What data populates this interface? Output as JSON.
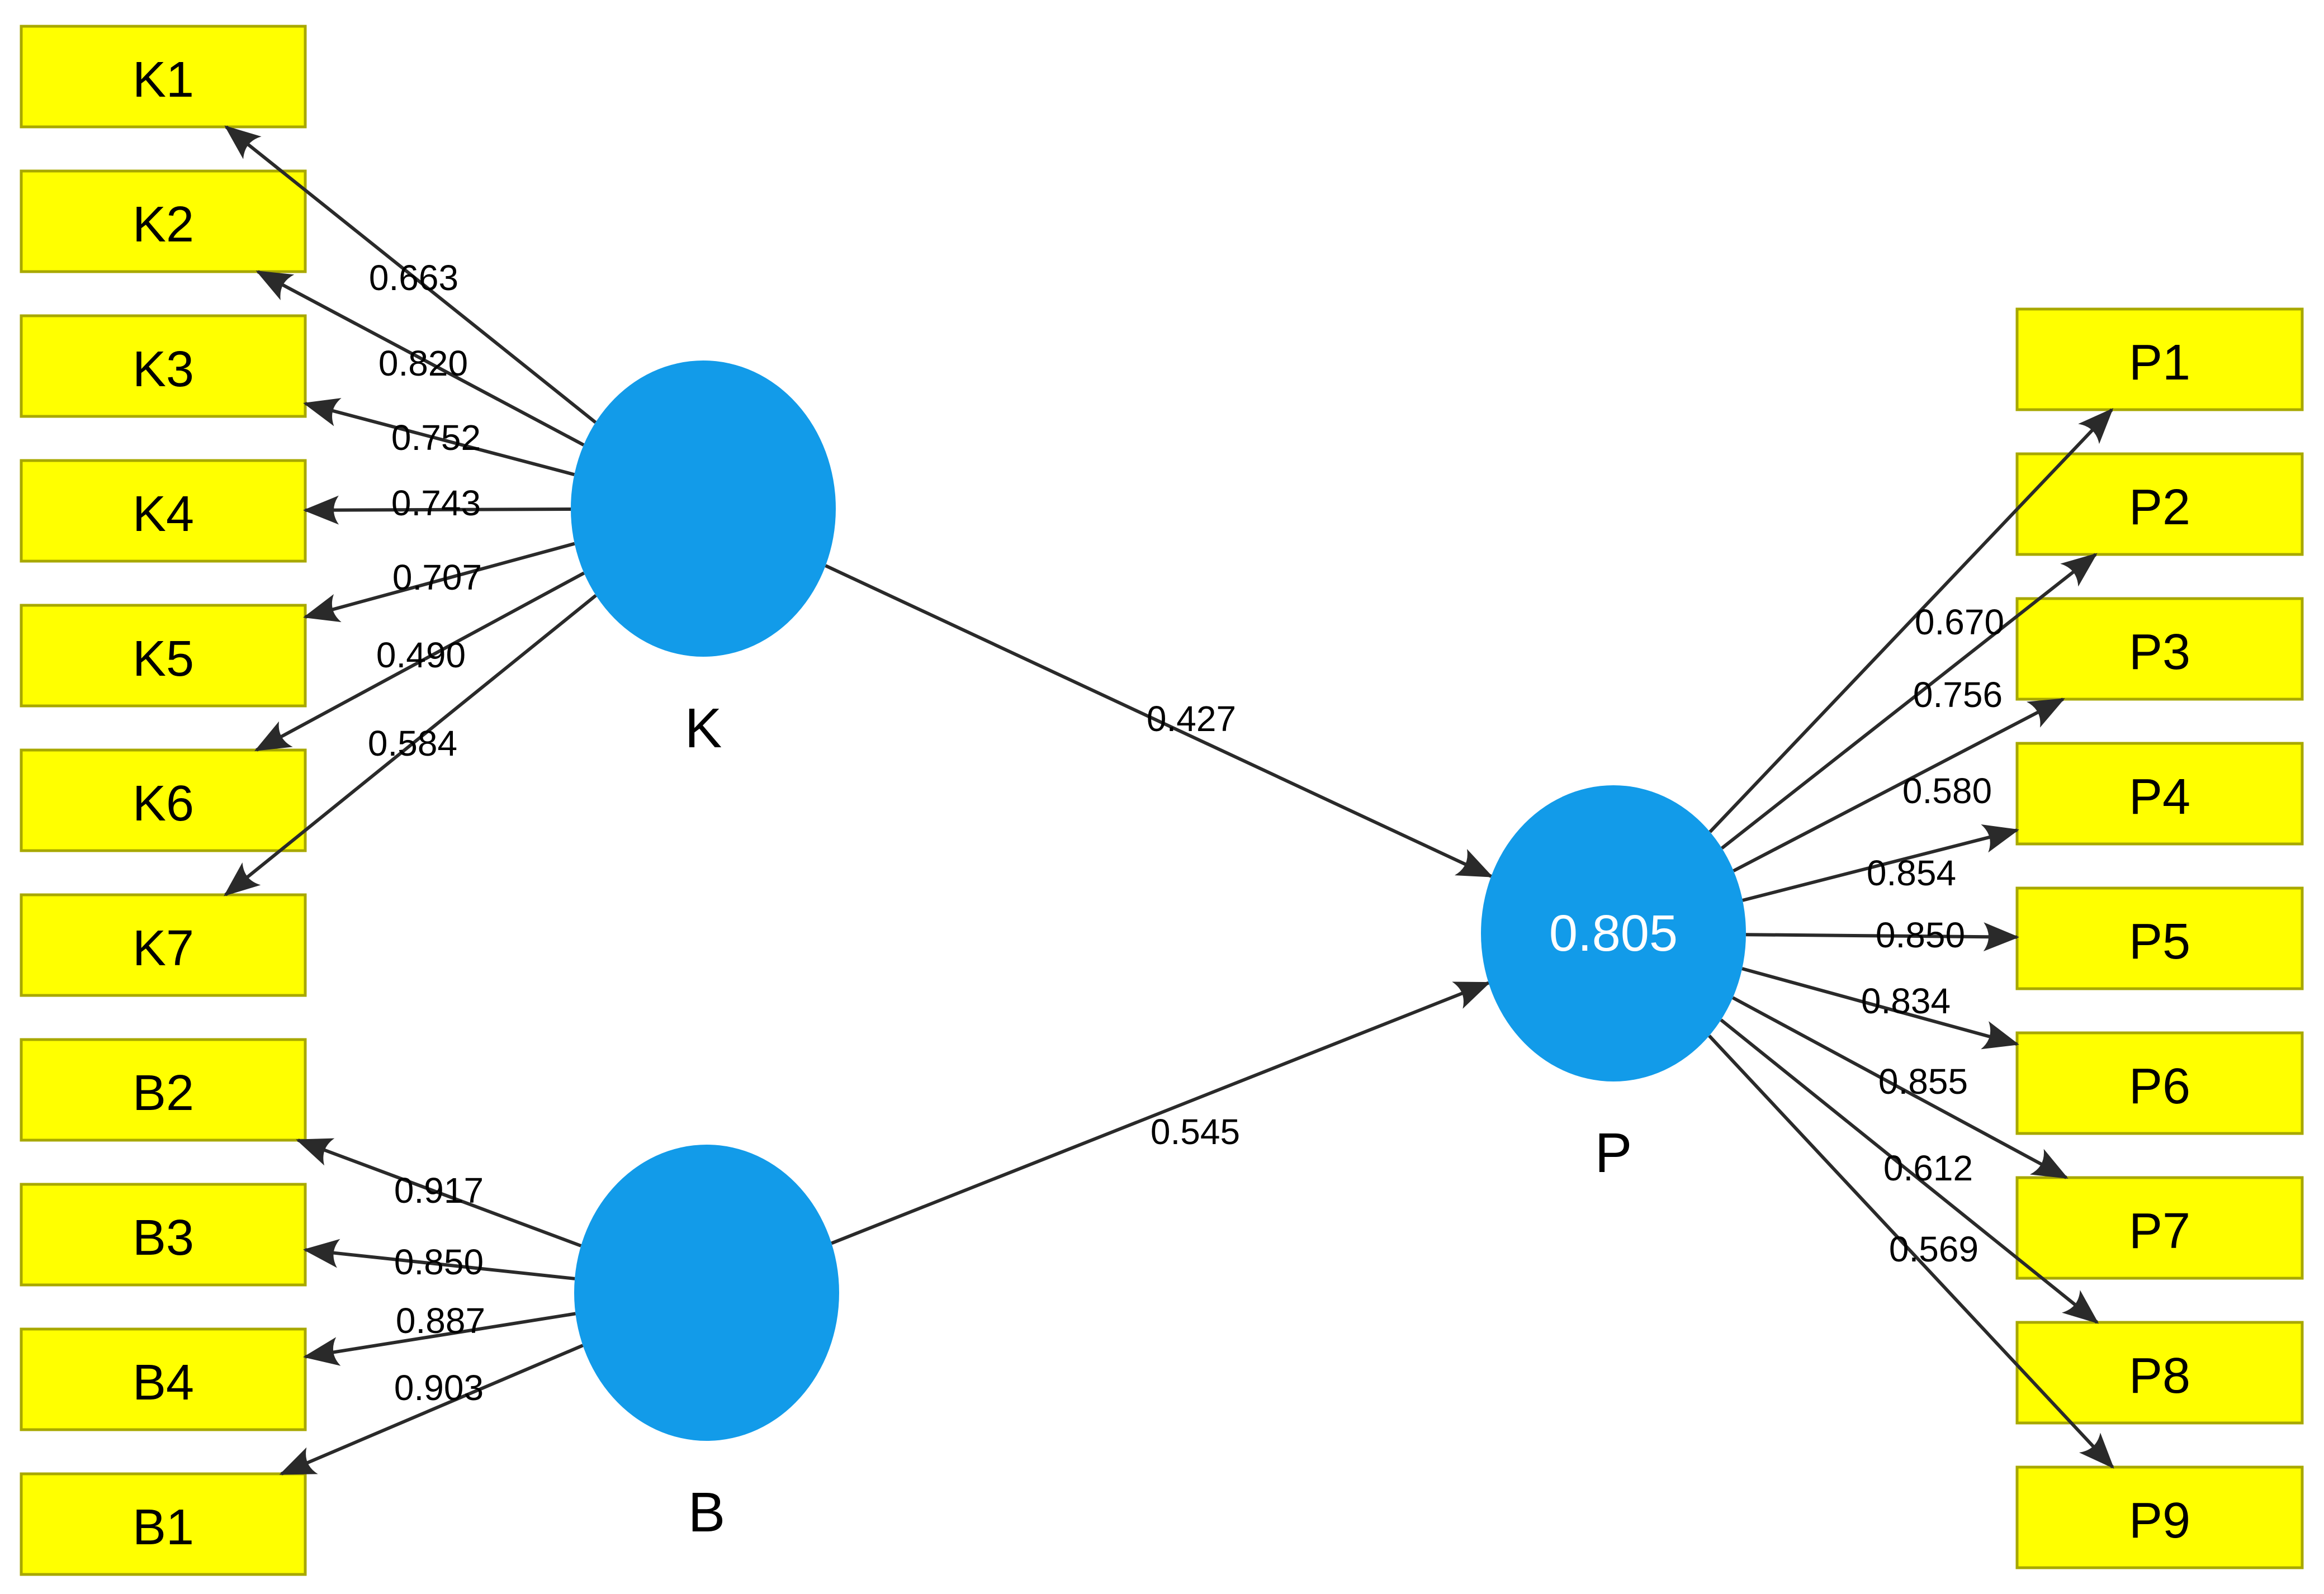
{
  "diagram": {
    "type": "pls-sem-path-model",
    "colors": {
      "background": "#ffffff",
      "latent_fill": "#129be9",
      "indicator_fill": "#ffff00",
      "indicator_border": "#a8a800",
      "arrow": "#2a2a2a",
      "text": "#000000",
      "latent_value_text": "#ffffff"
    },
    "latents": [
      {
        "id": "K",
        "label": "K",
        "r2": ""
      },
      {
        "id": "B",
        "label": "B",
        "r2": ""
      },
      {
        "id": "P",
        "label": "P",
        "r2": "0.805"
      }
    ],
    "indicators": [
      {
        "id": "K1",
        "label": "K1",
        "latent": "K",
        "loading": "0.663"
      },
      {
        "id": "K2",
        "label": "K2",
        "latent": "K",
        "loading": "0.820"
      },
      {
        "id": "K3",
        "label": "K3",
        "latent": "K",
        "loading": "0.752"
      },
      {
        "id": "K4",
        "label": "K4",
        "latent": "K",
        "loading": "0.743"
      },
      {
        "id": "K5",
        "label": "K5",
        "latent": "K",
        "loading": "0.707"
      },
      {
        "id": "K6",
        "label": "K6",
        "latent": "K",
        "loading": "0.490"
      },
      {
        "id": "K7",
        "label": "K7",
        "latent": "K",
        "loading": "0.584"
      },
      {
        "id": "B2",
        "label": "B2",
        "latent": "B",
        "loading": "0.917"
      },
      {
        "id": "B3",
        "label": "B3",
        "latent": "B",
        "loading": "0.850"
      },
      {
        "id": "B4",
        "label": "B4",
        "latent": "B",
        "loading": "0.887"
      },
      {
        "id": "B1",
        "label": "B1",
        "latent": "B",
        "loading": "0.903"
      },
      {
        "id": "P1",
        "label": "P1",
        "latent": "P",
        "loading": "0.670"
      },
      {
        "id": "P2",
        "label": "P2",
        "latent": "P",
        "loading": "0.756"
      },
      {
        "id": "P3",
        "label": "P3",
        "latent": "P",
        "loading": "0.580"
      },
      {
        "id": "P4",
        "label": "P4",
        "latent": "P",
        "loading": "0.854"
      },
      {
        "id": "P5",
        "label": "P5",
        "latent": "P",
        "loading": "0.850"
      },
      {
        "id": "P6",
        "label": "P6",
        "latent": "P",
        "loading": "0.834"
      },
      {
        "id": "P7",
        "label": "P7",
        "latent": "P",
        "loading": "0.855"
      },
      {
        "id": "P8",
        "label": "P8",
        "latent": "P",
        "loading": "0.612"
      },
      {
        "id": "P9",
        "label": "P9",
        "latent": "P",
        "loading": "0.569"
      }
    ],
    "paths": [
      {
        "from": "K",
        "to": "P",
        "coefficient": "0.427"
      },
      {
        "from": "B",
        "to": "P",
        "coefficient": "0.545"
      }
    ]
  }
}
